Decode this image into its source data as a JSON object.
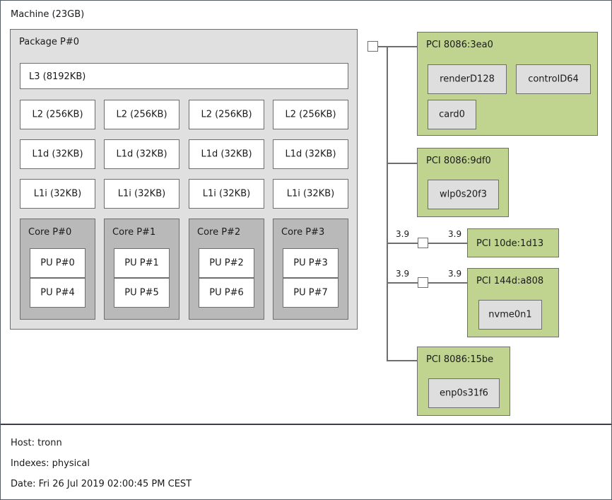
{
  "machine": {
    "title": "Machine (23GB)"
  },
  "package": {
    "title": "Package P#0",
    "l3": "L3 (8192KB)",
    "l2": [
      "L2 (256KB)",
      "L2 (256KB)",
      "L2 (256KB)",
      "L2 (256KB)"
    ],
    "l1d": [
      "L1d (32KB)",
      "L1d (32KB)",
      "L1d (32KB)",
      "L1d (32KB)"
    ],
    "l1i": [
      "L1i (32KB)",
      "L1i (32KB)",
      "L1i (32KB)",
      "L1i (32KB)"
    ],
    "cores": [
      {
        "title": "Core P#0",
        "pus": [
          "PU P#0",
          "PU P#4"
        ]
      },
      {
        "title": "Core P#1",
        "pus": [
          "PU P#1",
          "PU P#5"
        ]
      },
      {
        "title": "Core P#2",
        "pus": [
          "PU P#2",
          "PU P#6"
        ]
      },
      {
        "title": "Core P#3",
        "pus": [
          "PU P#3",
          "PU P#7"
        ]
      }
    ]
  },
  "io": {
    "root_bridge_label": "",
    "devices": [
      {
        "title": "PCI 8086:3ea0",
        "osdevs": [
          "renderD128",
          "controlD64",
          "card0"
        ]
      },
      {
        "title": "PCI 8086:9df0",
        "osdevs": [
          "wlp0s20f3"
        ]
      },
      {
        "title": "PCI 10de:1d13",
        "osdevs": [],
        "link_left": "3.9",
        "link_right": "3.9"
      },
      {
        "title": "PCI 144d:a808",
        "osdevs": [
          "nvme0n1"
        ],
        "link_left": "3.9",
        "link_right": "3.9"
      },
      {
        "title": "PCI 8086:15be",
        "osdevs": [
          "enp0s31f6"
        ]
      }
    ]
  },
  "footer": {
    "host": "Host: tronn",
    "indexes": "Indexes: physical",
    "date": "Date: Fri 26 Jul 2019 02:00:45 PM CEST"
  },
  "colors": {
    "package_bg": "#e0e0e0",
    "core_bg": "#b9b9b9",
    "cache_bg": "#ffffff",
    "pci_bg": "#c0d490",
    "osdev_bg": "#dedede",
    "border": "#6e6e6e",
    "text": "#1a1a1a"
  }
}
